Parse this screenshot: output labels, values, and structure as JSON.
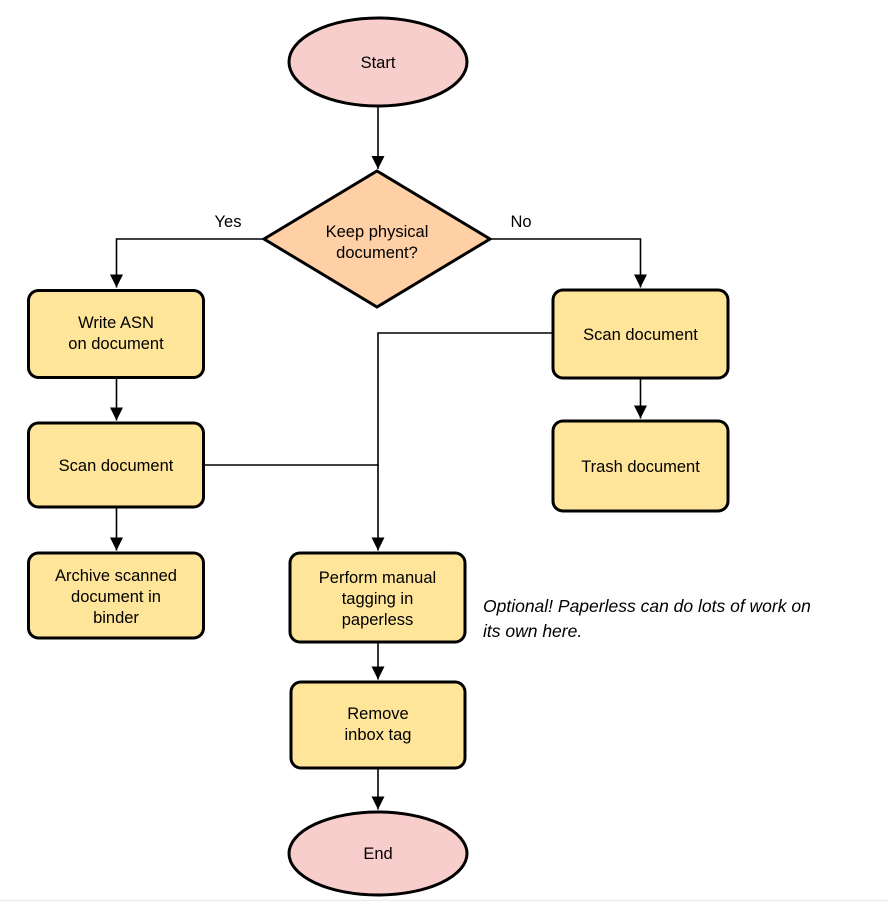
{
  "diagram": {
    "background": "#ffffff",
    "colors": {
      "terminal_fill": "#f8cecc",
      "decision_fill": "#ffd0a6",
      "process_fill": "#ffe599",
      "stroke": "#000000"
    },
    "nodes": {
      "start": {
        "label": "Start"
      },
      "decision": {
        "line1": "Keep physical",
        "line2": "document?"
      },
      "write_asn": {
        "line1": "Write ASN",
        "line2": "on document"
      },
      "scan_left": {
        "label": "Scan document"
      },
      "archive": {
        "line1": "Archive scanned",
        "line2": "document in",
        "line3": "binder"
      },
      "scan_right": {
        "label": "Scan document"
      },
      "trash": {
        "label": "Trash document"
      },
      "perform_tagging": {
        "line1": "Perform manual",
        "line2": "tagging in",
        "line3": "paperless"
      },
      "remove_inbox": {
        "line1": "Remove",
        "line2": "inbox tag"
      },
      "end": {
        "label": "End"
      }
    },
    "edge_labels": {
      "yes": "Yes",
      "no": "No"
    },
    "annotation": {
      "line1": "Optional! Paperless can do lots of work on",
      "line2": "its own here."
    }
  }
}
